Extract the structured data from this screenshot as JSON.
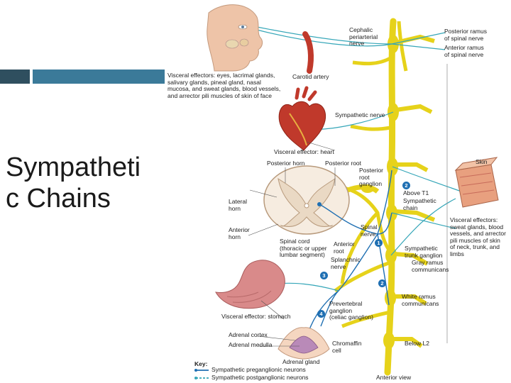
{
  "slide": {
    "title": "Sympatheti\nc Chains",
    "accent_colors": {
      "dark": "#2f4f5f",
      "light": "#3b7a99"
    }
  },
  "figure": {
    "labels": {
      "cephalic_periarterial_nerve": "Cephalic\nperiarterial\nnerve",
      "posterior_ramus": "Posterior ramus\nof spinal nerve",
      "anterior_ramus": "Anterior ramus\nof spinal nerve",
      "visceral_effectors_head": "Visceral effectors: eyes, lacrimal glands,\nsalivary glands, pineal gland, nasal\nmucosa, and sweat glands, blood vessels,\nand arrector pili muscles of skin of face",
      "carotid_artery": "Carotid artery",
      "sympathetic_nerve": "Sympathetic nerve",
      "visceral_effector_heart": "Visceral effector: heart",
      "posterior_horn": "Posterior horn",
      "posterior_root": "Posterior root",
      "posterior_root_ganglion": "Posterior\nroot\nganglion",
      "skin": "Skin",
      "above_t1": "Above T1",
      "sympathetic_chain": "Sympathetic\nchain",
      "lateral_horn": "Lateral\nhorn",
      "anterior_horn": "Anterior\nhorn",
      "spinal_nerve": "Spinal\nnerve",
      "visceral_effectors_skin": "Visceral effectors:\nsweat glands, blood\nvessels, and arrector\npili muscles of skin\nof neck, trunk, and\nlimbs",
      "spinal_cord": "Spinal cord\n(thoracic or upper\nlumbar segment)",
      "anterior_root": "Anterior\nroot",
      "sympathetic_trunk_ganglion": "Sympathetic\ntrunk ganglion",
      "splanchnic_nerve": "Splanchnic\nnerve",
      "gray_ramus": "Gray ramus\ncommunicans",
      "white_ramus": "White ramus\ncommunicans",
      "prevertebral_ganglion": "Prevertebral\nganglion\n(celiac ganglion)",
      "visceral_effector_stomach": "Visceral effector: stomach",
      "adrenal_cortex": "Adrenal cortex",
      "adrenal_medulla": "Adrenal medulla",
      "chromaffin_cell": "Chromaffin\ncell",
      "below_l2": "Below L2",
      "adrenal_gland": "Adrenal gland",
      "anterior_view": "Anterior view"
    },
    "pathway_numbers": [
      "1",
      "2",
      "3",
      "2",
      "4"
    ],
    "key": {
      "title": "Key:",
      "preganglionic": "Sympathetic preganglionic neurons",
      "postganglionic": "Sympathetic postganglionic neurons"
    },
    "colors": {
      "nerve": "#e6d21a",
      "preganglionic": "#1f6fb2",
      "postganglionic": "#35a6b8",
      "spinal_gray": "#ead9c4",
      "heart": "#c0392b",
      "stomach": "#d98a8a",
      "skin": "#e8a07f",
      "face": "#eec4a8"
    }
  }
}
